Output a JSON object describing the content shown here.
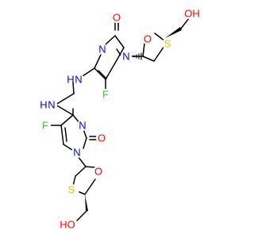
{
  "colors": {
    "bond": "#000000",
    "oxygen": "#ff0000",
    "nitrogen": "#0000ff",
    "fluorine": "#33cc33",
    "sulfur": "#cccc00",
    "background": "#ffffff"
  },
  "atoms": {
    "oxo_top": "O",
    "n_top_a": "N",
    "n_top_b": "N",
    "ring_o_top": "O",
    "s_top": "S",
    "oh_top": "OH",
    "nh_top": "N",
    "h_top": "H",
    "f_top": "F",
    "nh_bottom": "N",
    "h_bottom": "H",
    "f_bottom": "F",
    "n_bot_a": "N",
    "oxo_bottom": "O",
    "n_bot_b": "N",
    "ring_o_bottom": "O",
    "s_bottom": "S",
    "oh_bottom": "HO"
  }
}
